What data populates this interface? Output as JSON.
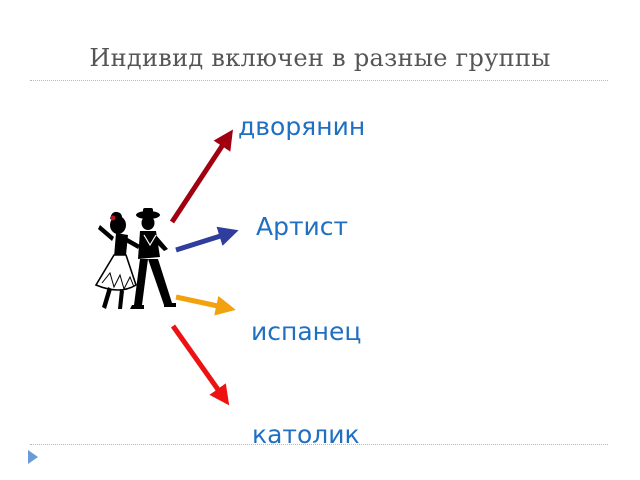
{
  "slide": {
    "title": "Индивид включен в разные группы",
    "groups": [
      {
        "label": "дворянин",
        "arrow_color": "#a00010"
      },
      {
        "label": "Артист",
        "arrow_color": "#2f3d9c"
      },
      {
        "label": "испанец",
        "arrow_color": "#f2a20c"
      },
      {
        "label": "католик",
        "arrow_color": "#ee1111"
      }
    ],
    "label_color": "#1f6fc2",
    "title_color": "#555555",
    "illustration_icon": "dancing-couple-icon",
    "bullet_icon": "triangle-bullet-icon"
  }
}
